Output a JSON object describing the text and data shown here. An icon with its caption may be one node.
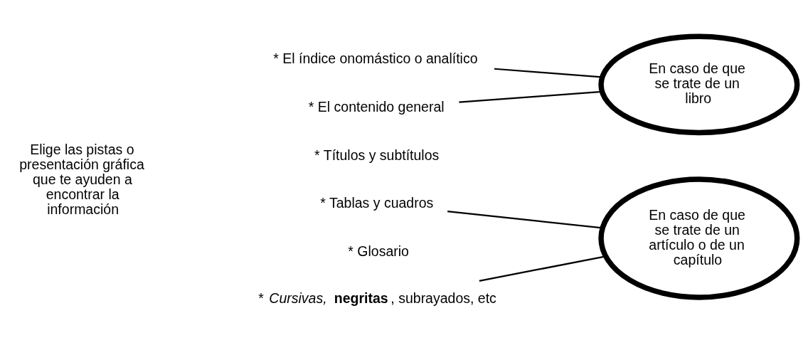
{
  "diagram": {
    "nodes": [
      {
        "text": [
          "Elige las pistas o presentación gráfica que te ayuden a encontrar la información"
        ]
      },
      {
        "text": [
          "* El índice onomástico o analítico"
        ]
      },
      {
        "text": [
          "* El contenido general"
        ]
      },
      {
        "text": [
          "* Títulos y subtítulos"
        ]
      },
      {
        "text": [
          "* Tablas y cuadros"
        ]
      },
      {
        "text": [
          "* Glosario"
        ]
      },
      {
        "text": [
          "* *Cursivas,* **negritas**, subrayados, etc"
        ]
      },
      {
        "text": [
          "En caso de que se trate de un libro"
        ]
      },
      {
        "text": [
          "En caso de que se trate de un artículo o de un capítulo"
        ]
      }
    ],
    "edges": [
      {
        "from": 1,
        "to": 7,
        "arrow": "none"
      },
      {
        "from": 2,
        "to": 7,
        "arrow": "none"
      },
      {
        "from": 4,
        "to": 8,
        "arrow": "none"
      },
      {
        "from": 6,
        "to": 8,
        "arrow": "none"
      }
    ]
  }
}
